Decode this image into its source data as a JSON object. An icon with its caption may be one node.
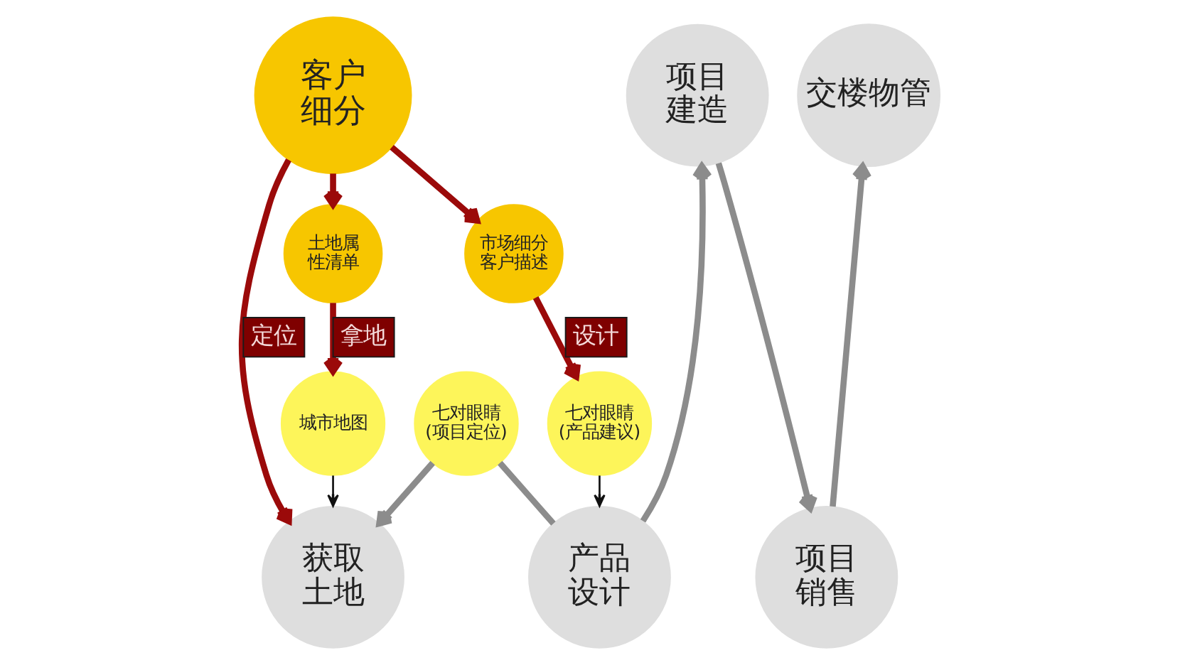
{
  "diagram": {
    "nodes": [
      {
        "text": [
          "客户细分"
        ]
      },
      {
        "text": [
          "项目建造"
        ]
      },
      {
        "text": [
          "交楼物管"
        ]
      },
      {
        "text": [
          "土地属性清单"
        ]
      },
      {
        "text": [
          "市场细分客户描述"
        ]
      },
      {
        "text": [
          "城市地图"
        ]
      },
      {
        "text": [
          "七对眼睛(产品建议)"
        ]
      },
      {
        "text": [
          "获取土地"
        ]
      },
      {
        "text": [
          "七对眼睛(项目定位)"
        ]
      },
      {
        "text": [
          "产品设计"
        ]
      },
      {
        "text": [
          "项目销售"
        ]
      }
    ],
    "edges": [
      {
        "from": 0,
        "to": 3,
        "arrow": "to",
        "color": "#9b0a0a"
      },
      {
        "from": 0,
        "to": 4,
        "arrow": "to",
        "color": "#9b0a0a"
      },
      {
        "from": 0,
        "to": 7,
        "arrow": "to",
        "label": "定位",
        "color": "#9b0a0a"
      },
      {
        "from": 3,
        "to": 5,
        "arrow": "to",
        "label": "拿地",
        "color": "#9b0a0a"
      },
      {
        "from": 4,
        "to": 6,
        "arrow": "to",
        "label": "设计",
        "color": "#9b0a0a"
      },
      {
        "from": 5,
        "to": 7,
        "arrow": "to",
        "color": "#111111"
      },
      {
        "from": 6,
        "to": 9,
        "arrow": "to",
        "color": "#111111"
      },
      {
        "from": 9,
        "to": 8,
        "arrow": "none",
        "color": "#8c8c8c"
      },
      {
        "from": 8,
        "to": 7,
        "arrow": "to",
        "color": "#8c8c8c"
      },
      {
        "from": 9,
        "to": 1,
        "arrow": "to",
        "color": "#8c8c8c"
      },
      {
        "from": 1,
        "to": 10,
        "arrow": "to",
        "color": "#8c8c8c"
      },
      {
        "from": 10,
        "to": 2,
        "arrow": "to",
        "color": "#8c8c8c"
      }
    ]
  }
}
